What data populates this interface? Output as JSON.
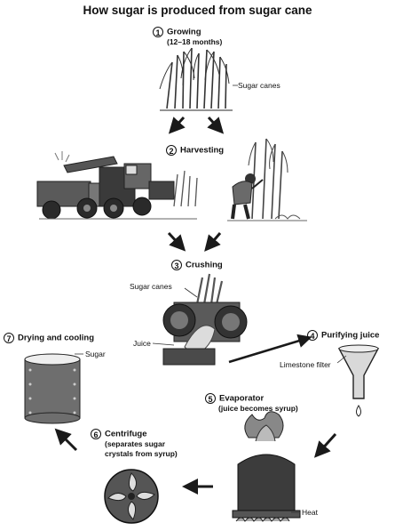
{
  "title": "How sugar is produced from sugar cane",
  "steps": [
    {
      "num": "1",
      "label": "Growing",
      "detail": "(12–18 months)"
    },
    {
      "num": "2",
      "label": "Harvesting",
      "detail": ""
    },
    {
      "num": "3",
      "label": "Crushing",
      "detail": ""
    },
    {
      "num": "4",
      "label": "Purifying juice",
      "detail": ""
    },
    {
      "num": "5",
      "label": "Evaporator",
      "detail": "(juice becomes syrup)"
    },
    {
      "num": "6",
      "label": "Centrifuge",
      "detail": "(separates sugar",
      "detail2": "crystals from syrup)"
    },
    {
      "num": "7",
      "label": "Drying and cooling",
      "detail": ""
    }
  ],
  "labels": {
    "sugar_canes_1": "Sugar canes",
    "sugar_canes_2": "Sugar canes",
    "juice": "Juice",
    "limestone_filter": "Limestone filter",
    "sugar": "Sugar",
    "heat": "Heat"
  }
}
